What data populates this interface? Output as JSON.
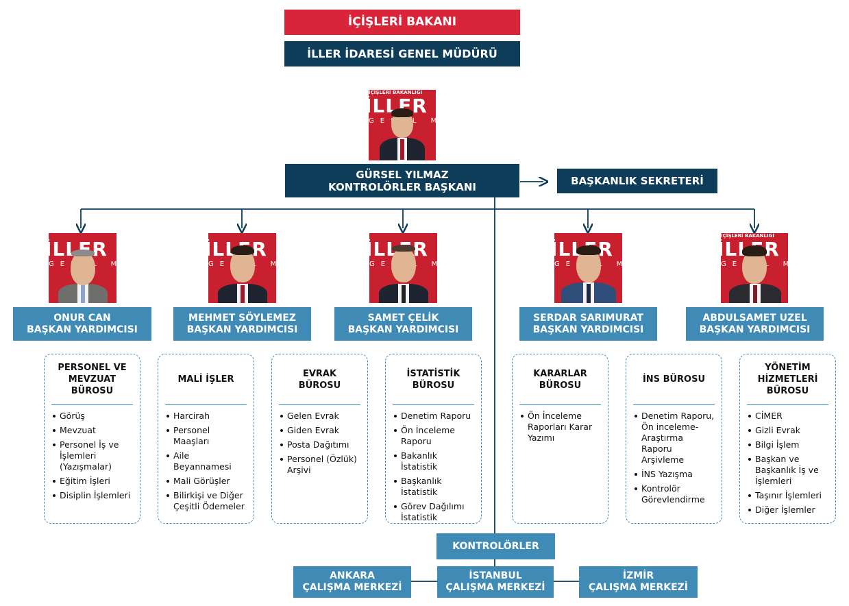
{
  "minister": "İÇİŞLERİ BAKANI",
  "general_directorate": "İLLER İDARESİ GENEL MÜDÜRÜ",
  "head": {
    "name": "GÜRSEL YILMAZ",
    "title": "KONTROLÖRLER BAŞKANI"
  },
  "secretariat": "BAŞKANLIK SEKRETERİ",
  "photo_text": {
    "band1": "İÇİŞLERİ BAKANLIĞI",
    "band2": "İLLER İDA",
    "band3": "GENEL MÜDÜ"
  },
  "deputies": [
    {
      "name": "ONUR CAN",
      "title": "BAŞKAN YARDIMCISI"
    },
    {
      "name": "MEHMET SÖYLEMEZ",
      "title": "BAŞKAN YARDIMCISI"
    },
    {
      "name": "SAMET ÇELİK",
      "title": "BAŞKAN YARDIMCISI"
    },
    {
      "name": "SERDAR SARIMURAT",
      "title": "BAŞKAN YARDIMCISI"
    },
    {
      "name": "ABDULSAMET UZEL",
      "title": "BAŞKAN YARDIMCISI"
    }
  ],
  "offices": [
    {
      "title": "PERSONEL VE MEVZUAT BÜROSU",
      "items": [
        "Görüş",
        "Mevzuat",
        "Personel İş ve İşlemleri (Yazışmalar)",
        "Eğitim İşleri",
        "Disiplin İşlemleri"
      ]
    },
    {
      "title": "MALİ İŞLER",
      "items": [
        "Harcirah",
        "Personel Maaşları",
        "Aile Beyannamesi",
        "Mali Görüşler",
        "Bilirkişi ve Diğer Çeşitli Ödemeler"
      ]
    },
    {
      "title": "EVRAK BÜROSU",
      "items": [
        "Gelen Evrak",
        "Giden Evrak",
        "Posta Dağıtımı",
        "Personel (Özlük) Arşivi"
      ]
    },
    {
      "title": "İSTATİSTİK BÜROSU",
      "items": [
        "Denetim Raporu",
        "Ön İnceleme Raporu",
        "Bakanlık İstatistik",
        "Başkanlık İstatistik",
        "Görev Dağılımı İstatistik"
      ]
    },
    {
      "title": "KARARLAR BÜROSU",
      "items": [
        "Ön İnceleme Raporları Karar Yazımı"
      ]
    },
    {
      "title": "İNS BÜROSU",
      "items": [
        "Denetim Raporu, Ön inceleme-Araştırma Raporu Arşivleme",
        "İNS Yazışma",
        "Kontrolör Görevlendirme"
      ]
    },
    {
      "title": "YÖNETİM HİZMETLERİ BÜROSU",
      "items": [
        "CİMER",
        "Gizli Evrak",
        "Bilgi İşlem",
        "Başkan ve Başkanlık İş ve İşlemleri",
        "Taşınır İşlemleri",
        "Diğer İşlemler"
      ]
    }
  ],
  "controllers": "KONTROLÖRLER",
  "centers": [
    {
      "city": "ANKARA",
      "label": "ÇALIŞMA MERKEZİ"
    },
    {
      "city": "İSTANBUL",
      "label": "ÇALIŞMA MERKEZİ"
    },
    {
      "city": "İZMİR",
      "label": "ÇALIŞMA MERKEZİ"
    }
  ],
  "colors": {
    "red": "#d9253a",
    "navy": "#0d3d58",
    "blue": "#3f8bb5"
  }
}
